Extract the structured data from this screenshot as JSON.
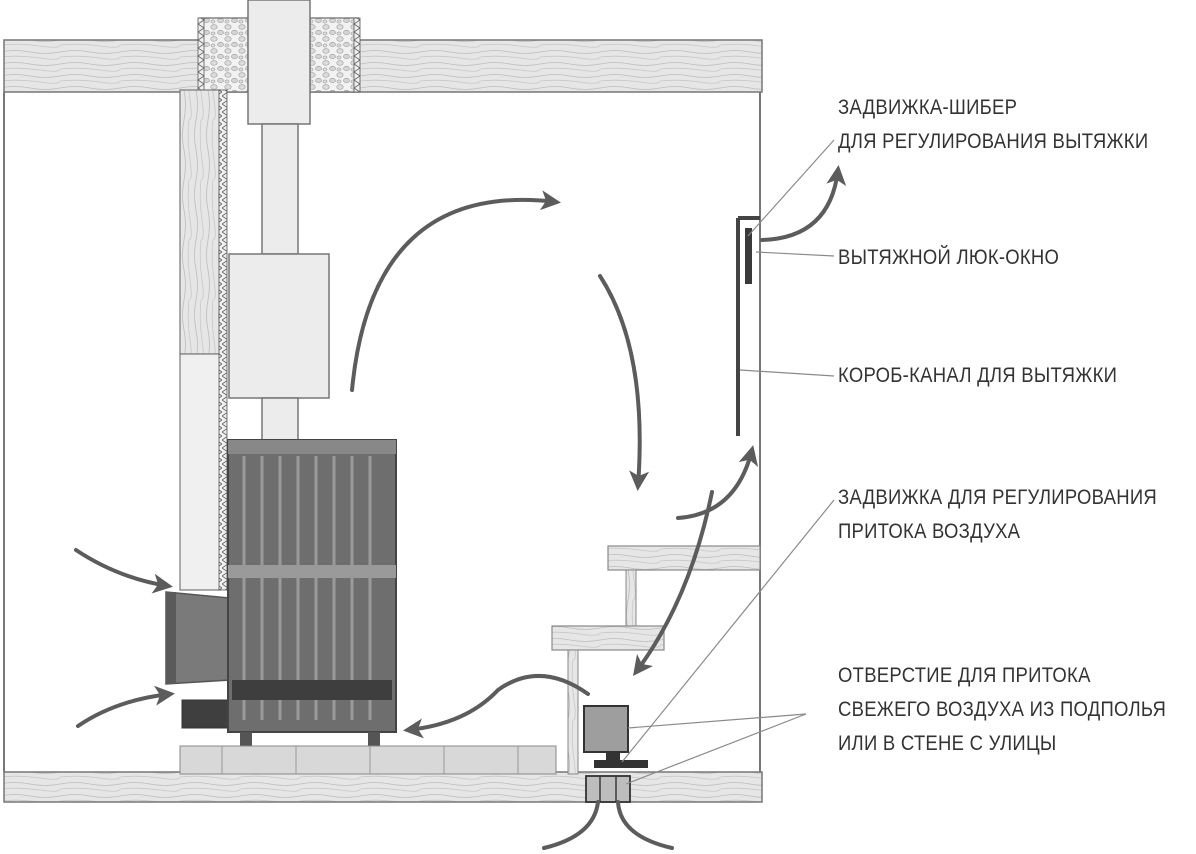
{
  "labels": {
    "damper_top": {
      "line1": "ЗАДВИЖКА-ШИБЕР",
      "line2": "ДЛЯ РЕГУЛИРОВАНИЯ ВЫТЯЖКИ"
    },
    "exhaust_hatch": "ВЫТЯЖНОЙ ЛЮК-ОКНО",
    "exhaust_duct": "КОРОБ-КАНАЛ ДЛЯ ВЫТЯЖКИ",
    "intake_damper": {
      "line1": "ЗАДВИЖКА ДЛЯ РЕГУЛИРОВАНИЯ",
      "line2": "ПРИТОКА ВОЗДУХА"
    },
    "intake_opening": {
      "line1": "ОТВЕРСТИЕ ДЛЯ ПРИТОКА",
      "line2": "СВЕЖЕГО ВОЗДУХА ИЗ ПОДПОЛЬЯ",
      "line3": "ИЛИ В СТЕНЕ С УЛИЦЫ"
    }
  },
  "colors": {
    "line": "#5a5a5a",
    "arrow": "#5c5c5c",
    "wood": "#e4e4e4",
    "stove": "#6e6e6e",
    "stove_dark": "#4a4a4a",
    "pipe": "#ececec",
    "text": "#333333"
  }
}
